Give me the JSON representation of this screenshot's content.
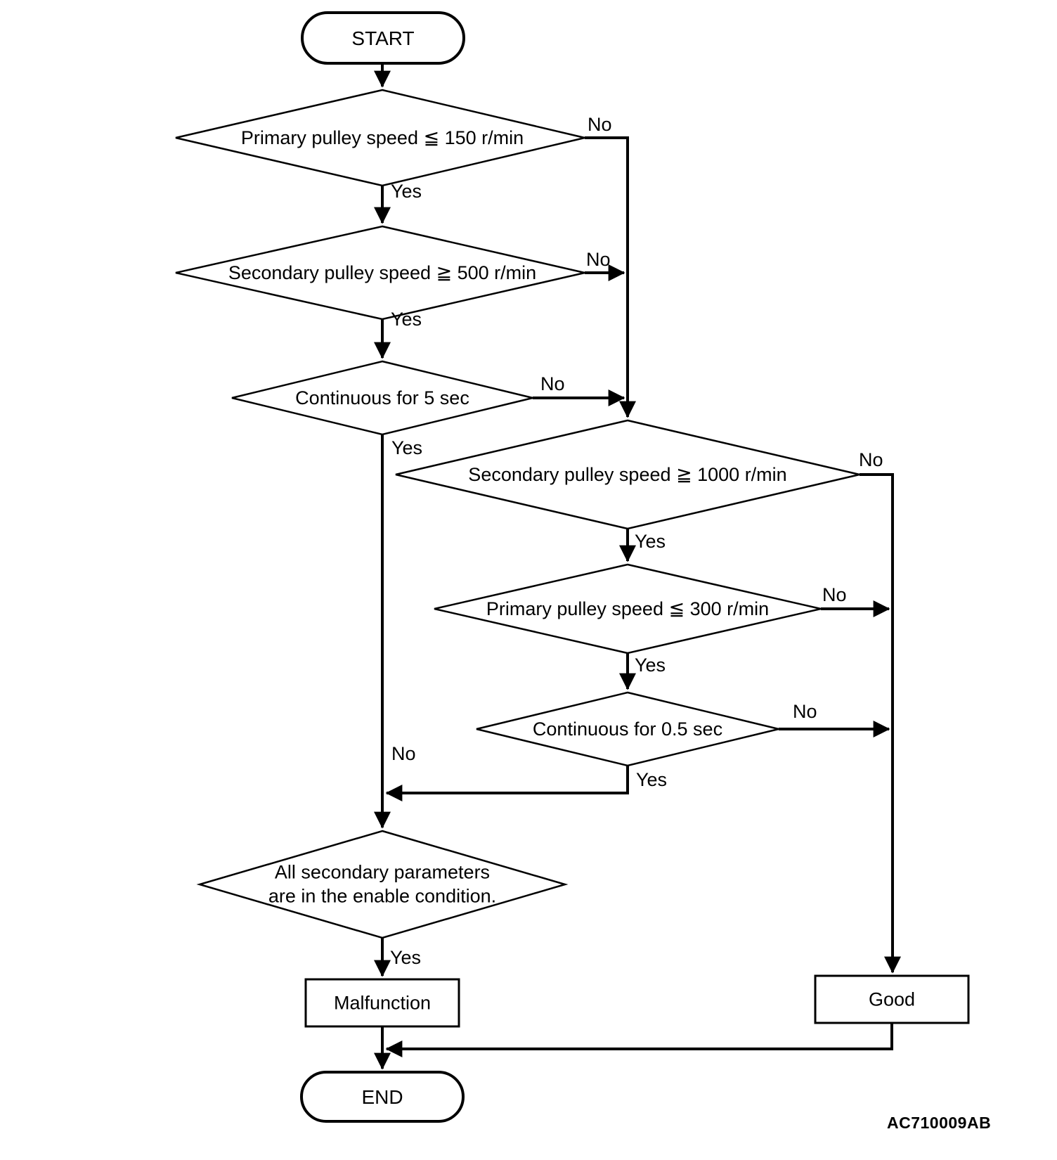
{
  "flowchart": {
    "start_label": "START",
    "end_label": "END",
    "decisions": {
      "d1": {
        "label": "Primary pulley speed ≦ 150 r/min"
      },
      "d2": {
        "label": "Secondary pulley speed ≧ 500 r/min"
      },
      "d3": {
        "label": "Continuous for 5 sec"
      },
      "d4": {
        "label": "Secondary pulley speed ≧ 1000 r/min"
      },
      "d5": {
        "label": "Primary pulley speed ≦ 300 r/min"
      },
      "d6": {
        "label": "Continuous for 0.5 sec"
      },
      "d7": {
        "label": "All secondary parameters\nare in the enable condition."
      }
    },
    "results": {
      "malfunction": "Malfunction",
      "good": "Good"
    },
    "branch_labels": {
      "yes": "Yes",
      "no": "No"
    },
    "figure_code": "AC710009AB"
  },
  "colors": {
    "line": "#000000",
    "background": "#ffffff",
    "text": "#000000"
  }
}
